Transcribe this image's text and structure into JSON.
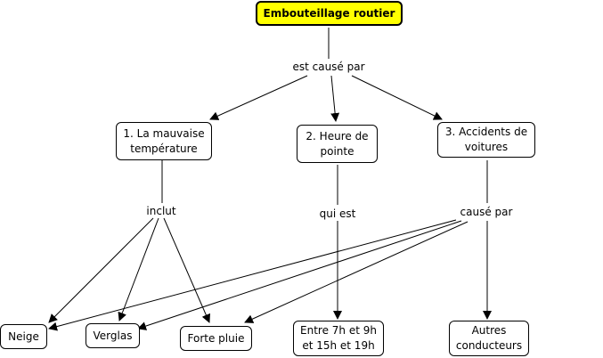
{
  "nodes": {
    "root": "Embouteillage routier",
    "weather": "1. La mauvaise\ntempérature",
    "rush": "2. Heure de\npointe",
    "accidents": "3. Accidents de\nvoitures",
    "snow": "Neige",
    "ice": "Verglas",
    "rain": "Forte pluie",
    "hours": "Entre 7h et 9h\net 15h et 19h",
    "drivers": "Autres\nconducteurs"
  },
  "links": {
    "caused_by": "est causé par",
    "includes": "inclut",
    "which_is": "qui est",
    "caused_by_2": "causé par"
  }
}
